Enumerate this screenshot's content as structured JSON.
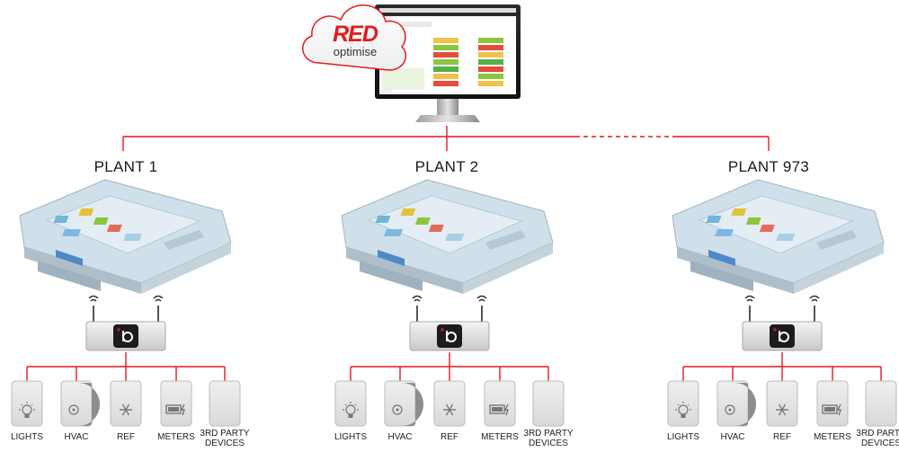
{
  "brand": {
    "word": "RED",
    "sub": "optimise",
    "accent": "#e3191e"
  },
  "plants": [
    {
      "label": "PLANT 1"
    },
    {
      "label": "PLANT 2"
    },
    {
      "label": "PLANT 973"
    }
  ],
  "devices": [
    {
      "key": "lights",
      "label": "LIGHTS",
      "icon": "light-bulb-icon"
    },
    {
      "key": "hvac",
      "label": "HVAC",
      "icon": "fan-icon"
    },
    {
      "key": "ref",
      "label": "REF",
      "icon": "snowflake-icon"
    },
    {
      "key": "meters",
      "label": "METERS",
      "icon": "meter-icon"
    },
    {
      "key": "third",
      "label_line1": "3RD PARTY",
      "label_line2": "DEVICES",
      "icon": "blank-device-icon"
    }
  ],
  "colors": {
    "line": "#e3191e",
    "device_bg": "#e6e7e8",
    "device_border": "#b9bbbd",
    "gateway_logo": "#1c1c1c"
  }
}
